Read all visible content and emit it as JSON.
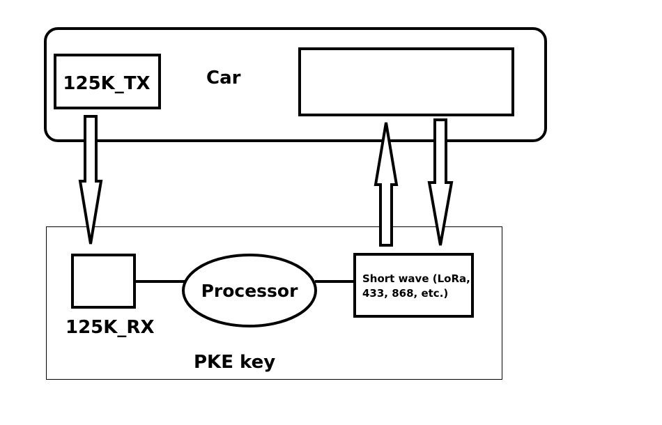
{
  "car": {
    "label": "Car",
    "tx_label": "125K_TX"
  },
  "key": {
    "label": "PKE key",
    "rx_label": "125K_RX",
    "processor_label": "Processor",
    "shortwave_line1": "Short wave (LoRa,",
    "shortwave_line2": "433, 868, etc.)"
  },
  "colors": {
    "stroke": "#000000",
    "background": "#ffffff"
  }
}
